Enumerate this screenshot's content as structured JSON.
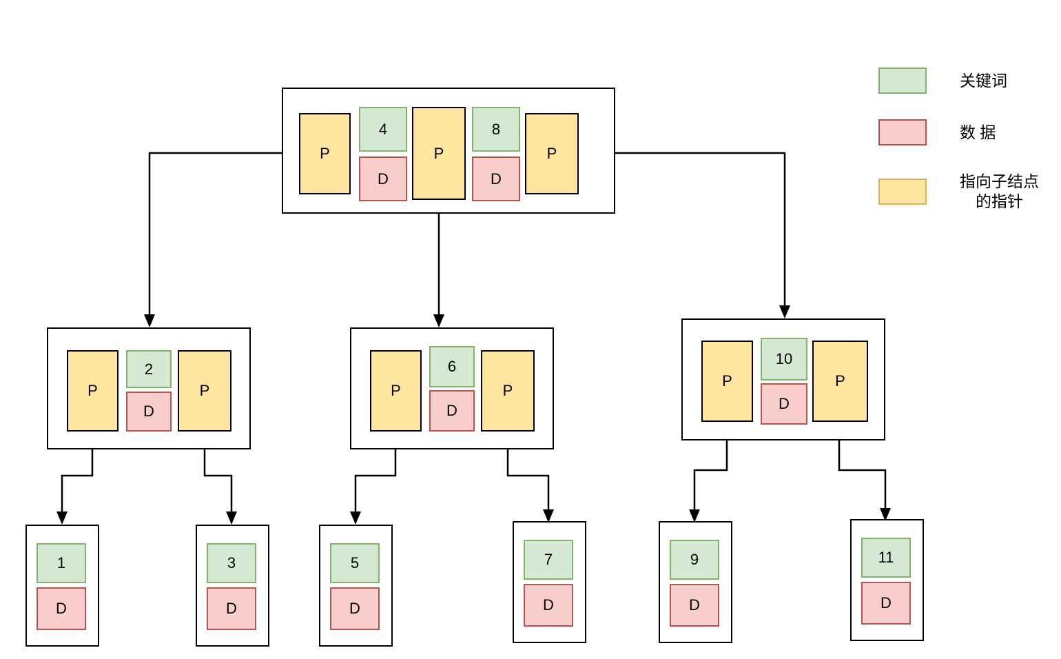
{
  "diagram": {
    "type": "b-tree",
    "cell_labels": {
      "pointer": "P",
      "data": "D"
    },
    "legend": [
      {
        "swatch": "key",
        "label": "关键词"
      },
      {
        "swatch": "data",
        "label": "数 据"
      },
      {
        "swatch": "ptr",
        "label": "指向子结点\n的指针"
      }
    ],
    "colors": {
      "key_fill": "#d5e8d4",
      "key_border": "#82b366",
      "data_fill": "#f8cecc",
      "data_border": "#b85450",
      "pointer_fill": "#ffe6a0",
      "pointer_border": "#d6b656",
      "node_border": "#000000",
      "edge": "#000000",
      "background": "#ffffff"
    },
    "nodes": {
      "root": {
        "keys": [
          "4",
          "8"
        ],
        "pointers": [
          "P",
          "P",
          "P"
        ],
        "data": [
          "D",
          "D"
        ]
      },
      "level2": [
        {
          "id": "left",
          "keys": [
            "2"
          ],
          "pointers": [
            "P",
            "P"
          ],
          "data": [
            "D"
          ]
        },
        {
          "id": "middle",
          "keys": [
            "6"
          ],
          "pointers": [
            "P",
            "P"
          ],
          "data": [
            "D"
          ]
        },
        {
          "id": "right",
          "keys": [
            "10"
          ],
          "pointers": [
            "P",
            "P"
          ],
          "data": [
            "D"
          ]
        }
      ],
      "leaves": [
        {
          "id": "leaf-1",
          "key": "1",
          "data": "D"
        },
        {
          "id": "leaf-3",
          "key": "3",
          "data": "D"
        },
        {
          "id": "leaf-5",
          "key": "5",
          "data": "D"
        },
        {
          "id": "leaf-7",
          "key": "7",
          "data": "D"
        },
        {
          "id": "leaf-9",
          "key": "9",
          "data": "D"
        },
        {
          "id": "leaf-11",
          "key": "11",
          "data": "D"
        }
      ]
    }
  }
}
